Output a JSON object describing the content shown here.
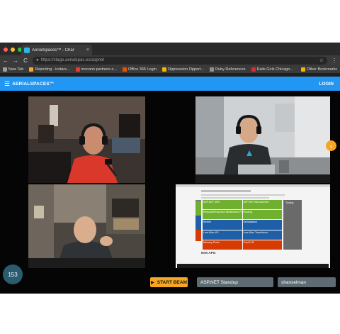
{
  "browser": {
    "tab_title": "AerialSpaces™ - Char",
    "tab_close": "×",
    "url": "https://stage.aerialspac.es/aspnet",
    "nav": {
      "back": "←",
      "forward": "→",
      "reload": "C"
    },
    "bookmarks": [
      {
        "label": "New Tab",
        "color": "#9e9e9e"
      },
      {
        "label": "Reporting - icstars...",
        "color": "#f9a825"
      },
      {
        "label": "mocann partners e...",
        "color": "#e53935"
      },
      {
        "label": "Office 365 Login",
        "color": "#e65100"
      },
      {
        "label": "Oppression Opport...",
        "color": "#f4b400"
      },
      {
        "label": "Ruby References",
        "color": "#8e8e8e"
      },
      {
        "label": "Rails Girls Chicago...",
        "color": "#d32f2f"
      }
    ],
    "other_bookmarks": "Other Bookmarks",
    "colors": {
      "red": "#ff5f57",
      "yellow": "#febc2e",
      "green": "#28c840"
    }
  },
  "app": {
    "brand": "AERIALSPACES™",
    "login": "LOGIN",
    "accent": "#2196f3",
    "collapse_icon": "‹"
  },
  "controls": {
    "participant_count": "153",
    "start_beam": "START BEAM",
    "play_icon": "▶",
    "room_name": "ASP.NET Standup",
    "username": "shanselman"
  },
  "slide": {
    "blocks": [
      {
        "text": "ASP.NET MVC",
        "color": "#70b02f"
      },
      {
        "text": "ASP.NET Microservice",
        "color": "#70b02f"
      },
      {
        "text": "Request/Response Middleware Platform",
        "color": "#70b02f"
      },
      {
        "text": "Routing",
        "color": "#70b02f"
      },
      {
        "text": "Kestrel",
        "color": "#1f5fa8"
      },
      {
        "text": "Serialization",
        "color": "#1f5fa8"
      },
      {
        "text": "Low-Alloc I/O",
        "color": "#1f5fa8"
      },
      {
        "text": "Low-Alloc Transforms",
        "color": "#1f5fa8"
      },
      {
        "text": "Memory Pools",
        "color": "#d83b01"
      },
      {
        "text": "CoreCLR",
        "color": "#d83b01"
      },
      {
        "text": "CoreRT",
        "color": "#d83b01"
      },
      {
        "text": "Tooling",
        "color": "#6a6a6a"
      }
    ],
    "heading": "New APIs"
  }
}
